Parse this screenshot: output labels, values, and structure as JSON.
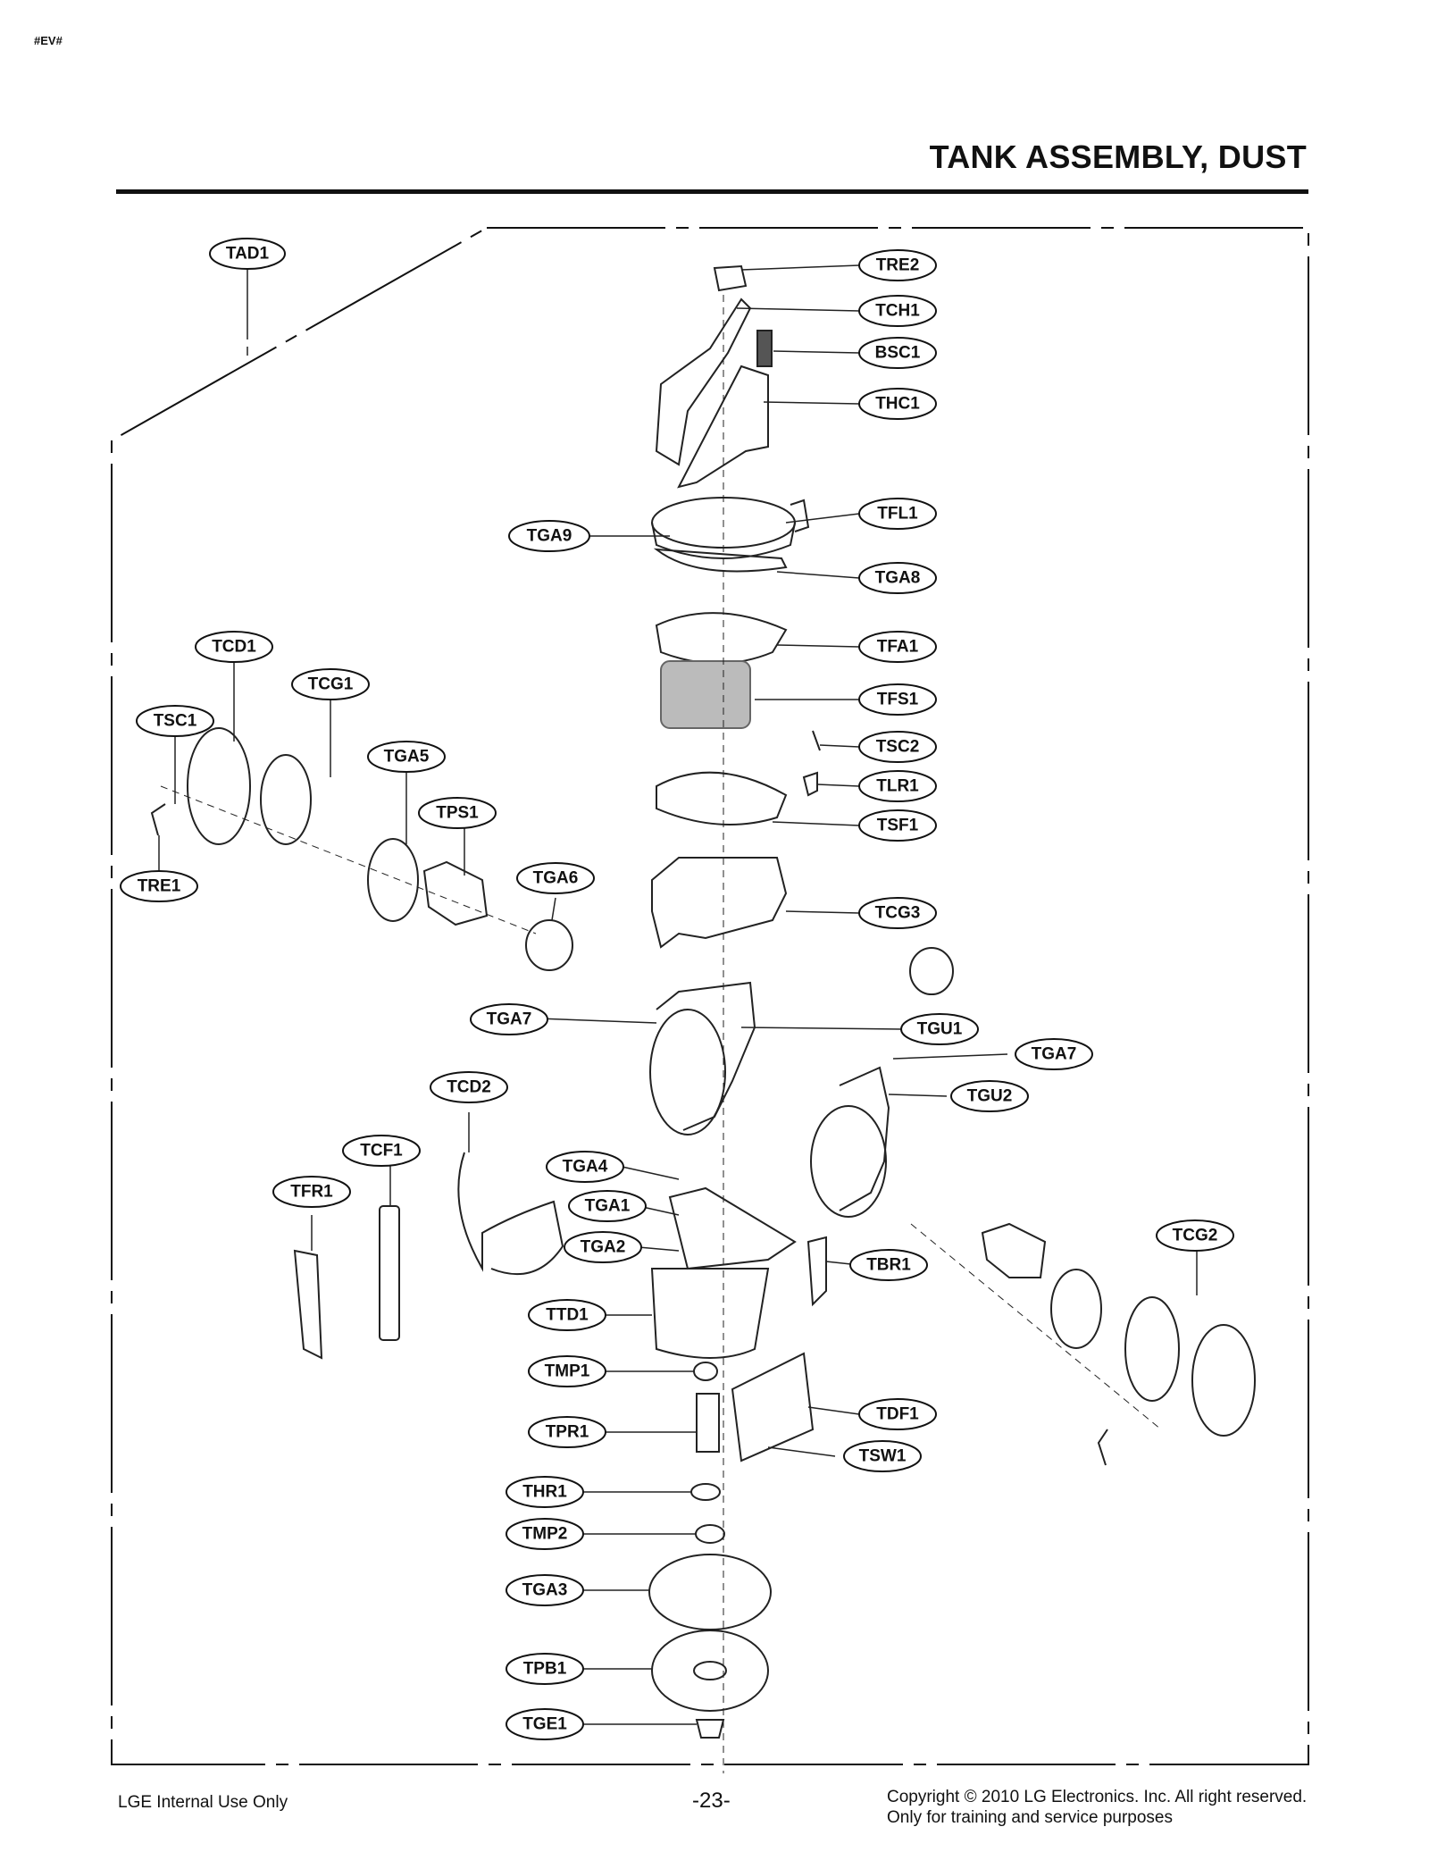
{
  "header": {
    "tag": "#EV#",
    "title": "TANK ASSEMBLY, DUST"
  },
  "labels": [
    {
      "id": "TAD1",
      "text": "TAD1"
    },
    {
      "id": "TRE2",
      "text": "TRE2"
    },
    {
      "id": "TCH1",
      "text": "TCH1"
    },
    {
      "id": "BSC1",
      "text": "BSC1"
    },
    {
      "id": "THC1",
      "text": "THC1"
    },
    {
      "id": "TFL1",
      "text": "TFL1"
    },
    {
      "id": "TGA9",
      "text": "TGA9"
    },
    {
      "id": "TGA8",
      "text": "TGA8"
    },
    {
      "id": "TFA1",
      "text": "TFA1"
    },
    {
      "id": "TFS1",
      "text": "TFS1"
    },
    {
      "id": "TSC2",
      "text": "TSC2"
    },
    {
      "id": "TLR1",
      "text": "TLR1"
    },
    {
      "id": "TSF1",
      "text": "TSF1"
    },
    {
      "id": "TCD1",
      "text": "TCD1"
    },
    {
      "id": "TCG1",
      "text": "TCG1"
    },
    {
      "id": "TSC1",
      "text": "TSC1"
    },
    {
      "id": "TGA5",
      "text": "TGA5"
    },
    {
      "id": "TPS1",
      "text": "TPS1"
    },
    {
      "id": "TRE1",
      "text": "TRE1"
    },
    {
      "id": "TGA6",
      "text": "TGA6"
    },
    {
      "id": "TCG3",
      "text": "TCG3"
    },
    {
      "id": "TGA7a",
      "text": "TGA7"
    },
    {
      "id": "TGU1",
      "text": "TGU1"
    },
    {
      "id": "TGA7b",
      "text": "TGA7"
    },
    {
      "id": "TGU2",
      "text": "TGU2"
    },
    {
      "id": "TCD2",
      "text": "TCD2"
    },
    {
      "id": "TCF1",
      "text": "TCF1"
    },
    {
      "id": "TFR1",
      "text": "TFR1"
    },
    {
      "id": "TGA4",
      "text": "TGA4"
    },
    {
      "id": "TGA1",
      "text": "TGA1"
    },
    {
      "id": "TGA2",
      "text": "TGA2"
    },
    {
      "id": "TBR1",
      "text": "TBR1"
    },
    {
      "id": "TCG2",
      "text": "TCG2"
    },
    {
      "id": "TTD1",
      "text": "TTD1"
    },
    {
      "id": "TMP1",
      "text": "TMP1"
    },
    {
      "id": "TDF1",
      "text": "TDF1"
    },
    {
      "id": "TPR1",
      "text": "TPR1"
    },
    {
      "id": "TSW1",
      "text": "TSW1"
    },
    {
      "id": "THR1",
      "text": "THR1"
    },
    {
      "id": "TMP2",
      "text": "TMP2"
    },
    {
      "id": "TGA3",
      "text": "TGA3"
    },
    {
      "id": "TPB1",
      "text": "TPB1"
    },
    {
      "id": "TGE1",
      "text": "TGE1"
    }
  ],
  "footer": {
    "left": "LGE Internal Use Only",
    "page": "-23-",
    "copyright": "Copyright © 2010 LG Electronics. Inc. All right reserved.",
    "note": "Only for training and service purposes"
  }
}
